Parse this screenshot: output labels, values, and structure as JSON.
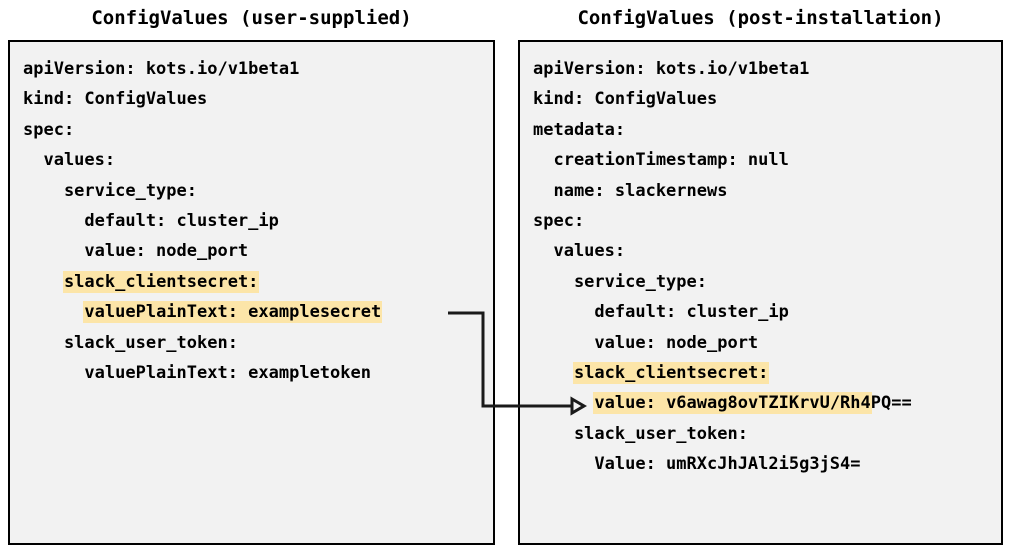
{
  "panels": {
    "left": {
      "title": "ConfigValues (user-supplied)",
      "lines": [
        {
          "text": "apiVersion: kots.io/v1beta1",
          "highlight": false
        },
        {
          "text": "kind: ConfigValues",
          "highlight": false
        },
        {
          "text": "spec:",
          "highlight": false
        },
        {
          "text": "  values:",
          "highlight": false
        },
        {
          "text": "    service_type:",
          "highlight": false
        },
        {
          "text": "      default: cluster_ip",
          "highlight": false
        },
        {
          "text": "      value: node_port",
          "highlight": false
        },
        {
          "text": "    slack_clientsecret:",
          "highlight": true,
          "hl_start": 4,
          "hl_end": 23
        },
        {
          "text": "      valuePlainText: examplesecret",
          "highlight": true,
          "hl_start": 6,
          "hl_end": 35
        },
        {
          "text": "    slack_user_token:",
          "highlight": false
        },
        {
          "text": "      valuePlainText: exampletoken",
          "highlight": false
        }
      ]
    },
    "right": {
      "title": "ConfigValues (post-installation)",
      "lines": [
        {
          "text": "apiVersion: kots.io/v1beta1",
          "highlight": false
        },
        {
          "text": "kind: ConfigValues",
          "highlight": false
        },
        {
          "text": "metadata:",
          "highlight": false
        },
        {
          "text": "  creationTimestamp: null",
          "highlight": false
        },
        {
          "text": "  name: slackernews",
          "highlight": false
        },
        {
          "text": "spec:",
          "highlight": false
        },
        {
          "text": "  values:",
          "highlight": false
        },
        {
          "text": "    service_type:",
          "highlight": false
        },
        {
          "text": "      default: cluster_ip",
          "highlight": false
        },
        {
          "text": "      value: node_port",
          "highlight": false
        },
        {
          "text": "    slack_clientsecret:",
          "highlight": true,
          "hl_start": 4,
          "hl_end": 23
        },
        {
          "text": "      value: v6awag8ovTZIKrvU/Rh4PQ==",
          "highlight": true,
          "hl_start": 6,
          "hl_end": 33
        },
        {
          "text": "    slack_user_token:",
          "highlight": false
        },
        {
          "text": "      Value: umRXcJhJAl2i5g3jS4=",
          "highlight": false
        }
      ]
    }
  },
  "connector": {
    "label": "maps-examplesecret-to-encrypted-value",
    "color": "#1a1a1a"
  },
  "colors": {
    "highlight": "#fce5a8",
    "panel_background": "#f2f2f2",
    "panel_border": "#000000",
    "text": "#000000"
  }
}
